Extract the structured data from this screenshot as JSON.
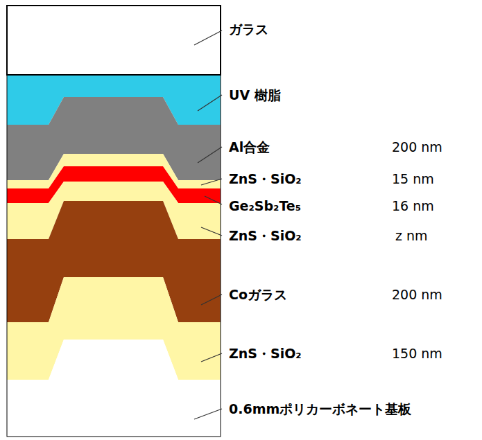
{
  "diagram": {
    "labels": [
      "ガラス",
      "UV 樹脂",
      "Al合金",
      "200 nm",
      "ZnS・SiO₂",
      "15 nm",
      "Ge₂Sb₂Te₅",
      "16 nm",
      "ZnS・SiO₂",
      "z nm",
      "Coガラス",
      "200 nm",
      "ZnS・SiO₂",
      "150 nm",
      "0.6mmポリカーボネート基板"
    ]
  }
}
